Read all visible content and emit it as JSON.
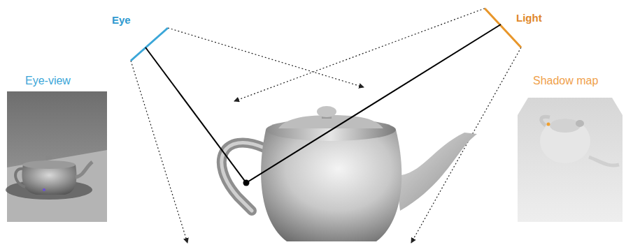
{
  "diagram": {
    "labels": [
      "Eye",
      "Light",
      "Eye-view",
      "Shadow map"
    ]
  }
}
